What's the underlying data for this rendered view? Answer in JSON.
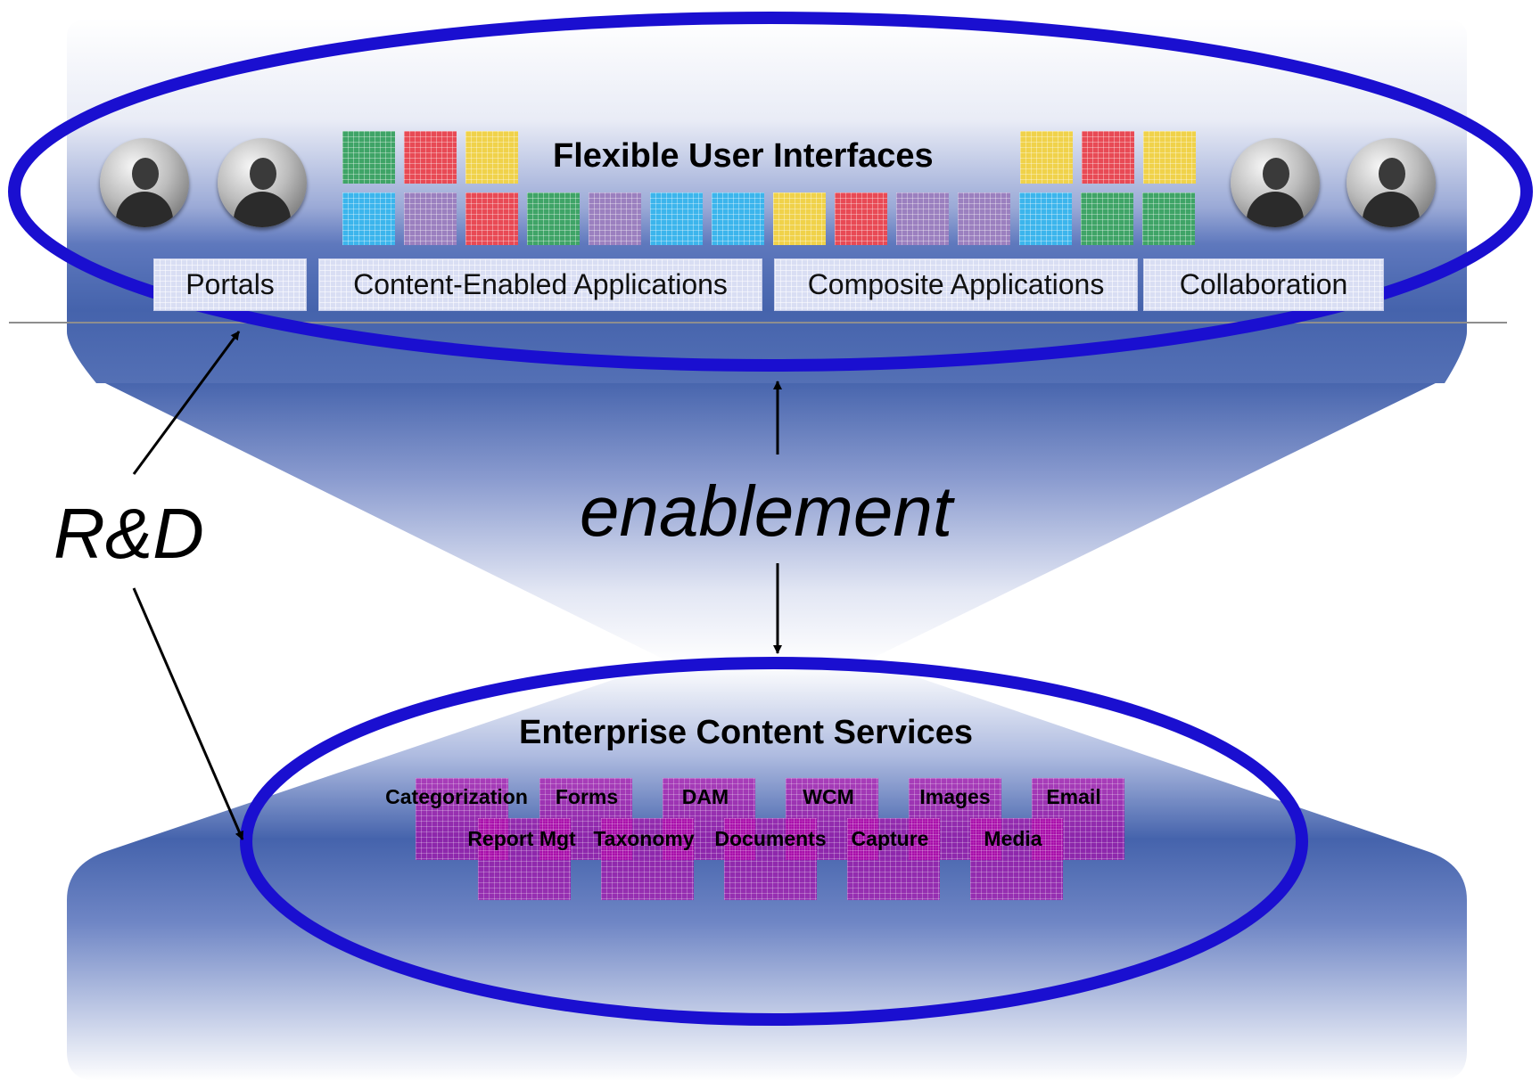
{
  "colors": {
    "ellipse_stroke": "#1a0fd0",
    "band_blue": "#4463ad",
    "tile_green": "#3fa467",
    "tile_red": "#e84a55",
    "tile_yellow": "#f0d24a",
    "tile_cyan": "#3cb5ec",
    "tile_purple": "#9b80bf",
    "service_magenta": "#b600aa"
  },
  "top": {
    "title": "Flexible User Interfaces",
    "tabs": [
      "Portals",
      "Content-Enabled Applications",
      "Composite Applications",
      "Collaboration"
    ],
    "avatar_icons": [
      "person-laptop-icon",
      "person-phone-icon",
      "person-reading-icon",
      "meeting-group-icon"
    ],
    "tiles_top_left": [
      "green",
      "red",
      "yellow"
    ],
    "tiles_top_right": [
      "yellow",
      "red",
      "yellow"
    ],
    "tiles_bottom": [
      "cyan",
      "purple",
      "red",
      "green",
      "purple",
      "cyan",
      "cyan",
      "yellow",
      "red",
      "purple",
      "purple",
      "cyan",
      "green",
      "green"
    ]
  },
  "middle": {
    "center_label": "enablement",
    "side_label": "R&D"
  },
  "bottom": {
    "title": "Enterprise Content Services",
    "services_row1": [
      "Categorization",
      "Forms",
      "DAM",
      "WCM",
      "Images",
      "Email"
    ],
    "services_row2": [
      "Report Mgt",
      "Taxonomy",
      "Documents",
      "Capture",
      "Media"
    ]
  }
}
